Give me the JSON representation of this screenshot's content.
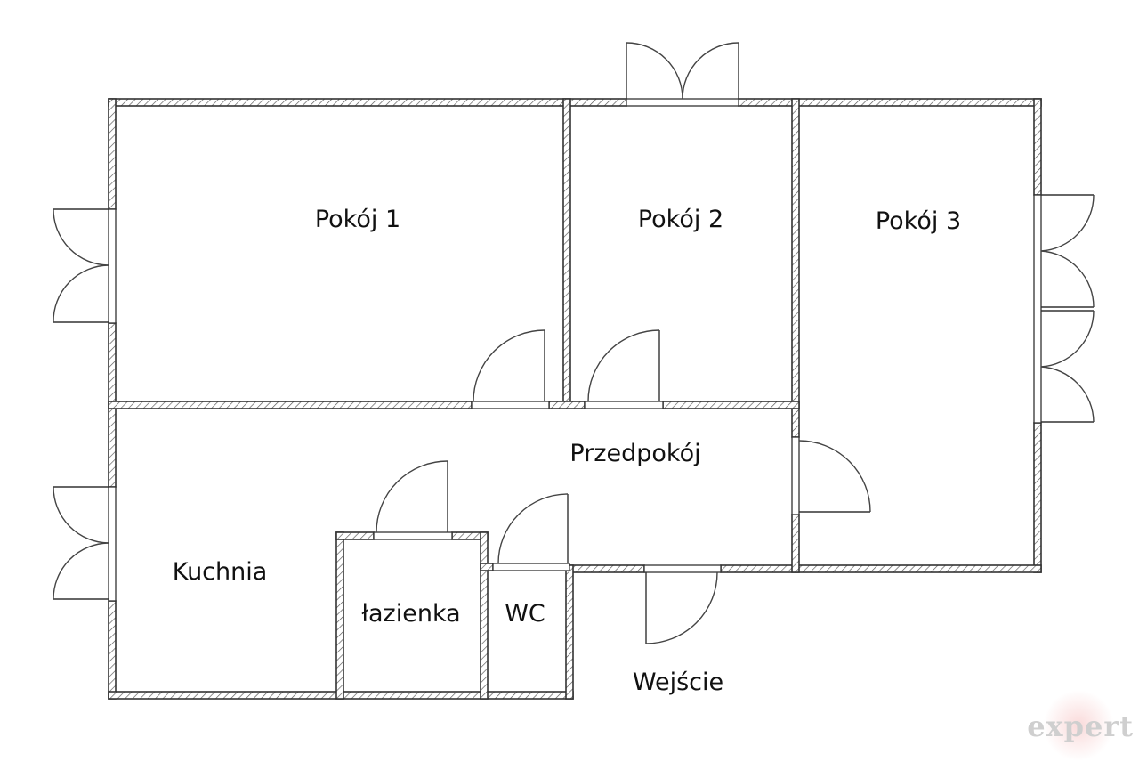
{
  "plan": {
    "rooms": [
      {
        "id": "pokoj-1",
        "label": "Pokój 1"
      },
      {
        "id": "pokoj-2",
        "label": "Pokój 2"
      },
      {
        "id": "pokoj-3",
        "label": "Pokój 3"
      },
      {
        "id": "przedpokoj",
        "label": "Przedpokój"
      },
      {
        "id": "kuchnia",
        "label": "Kuchnia"
      },
      {
        "id": "lazienka",
        "label": "łazienka"
      },
      {
        "id": "wc",
        "label": "WC"
      }
    ],
    "entrance_label": "Wejście"
  },
  "watermark": {
    "text": "expert",
    "color": "#cfcfcf"
  }
}
